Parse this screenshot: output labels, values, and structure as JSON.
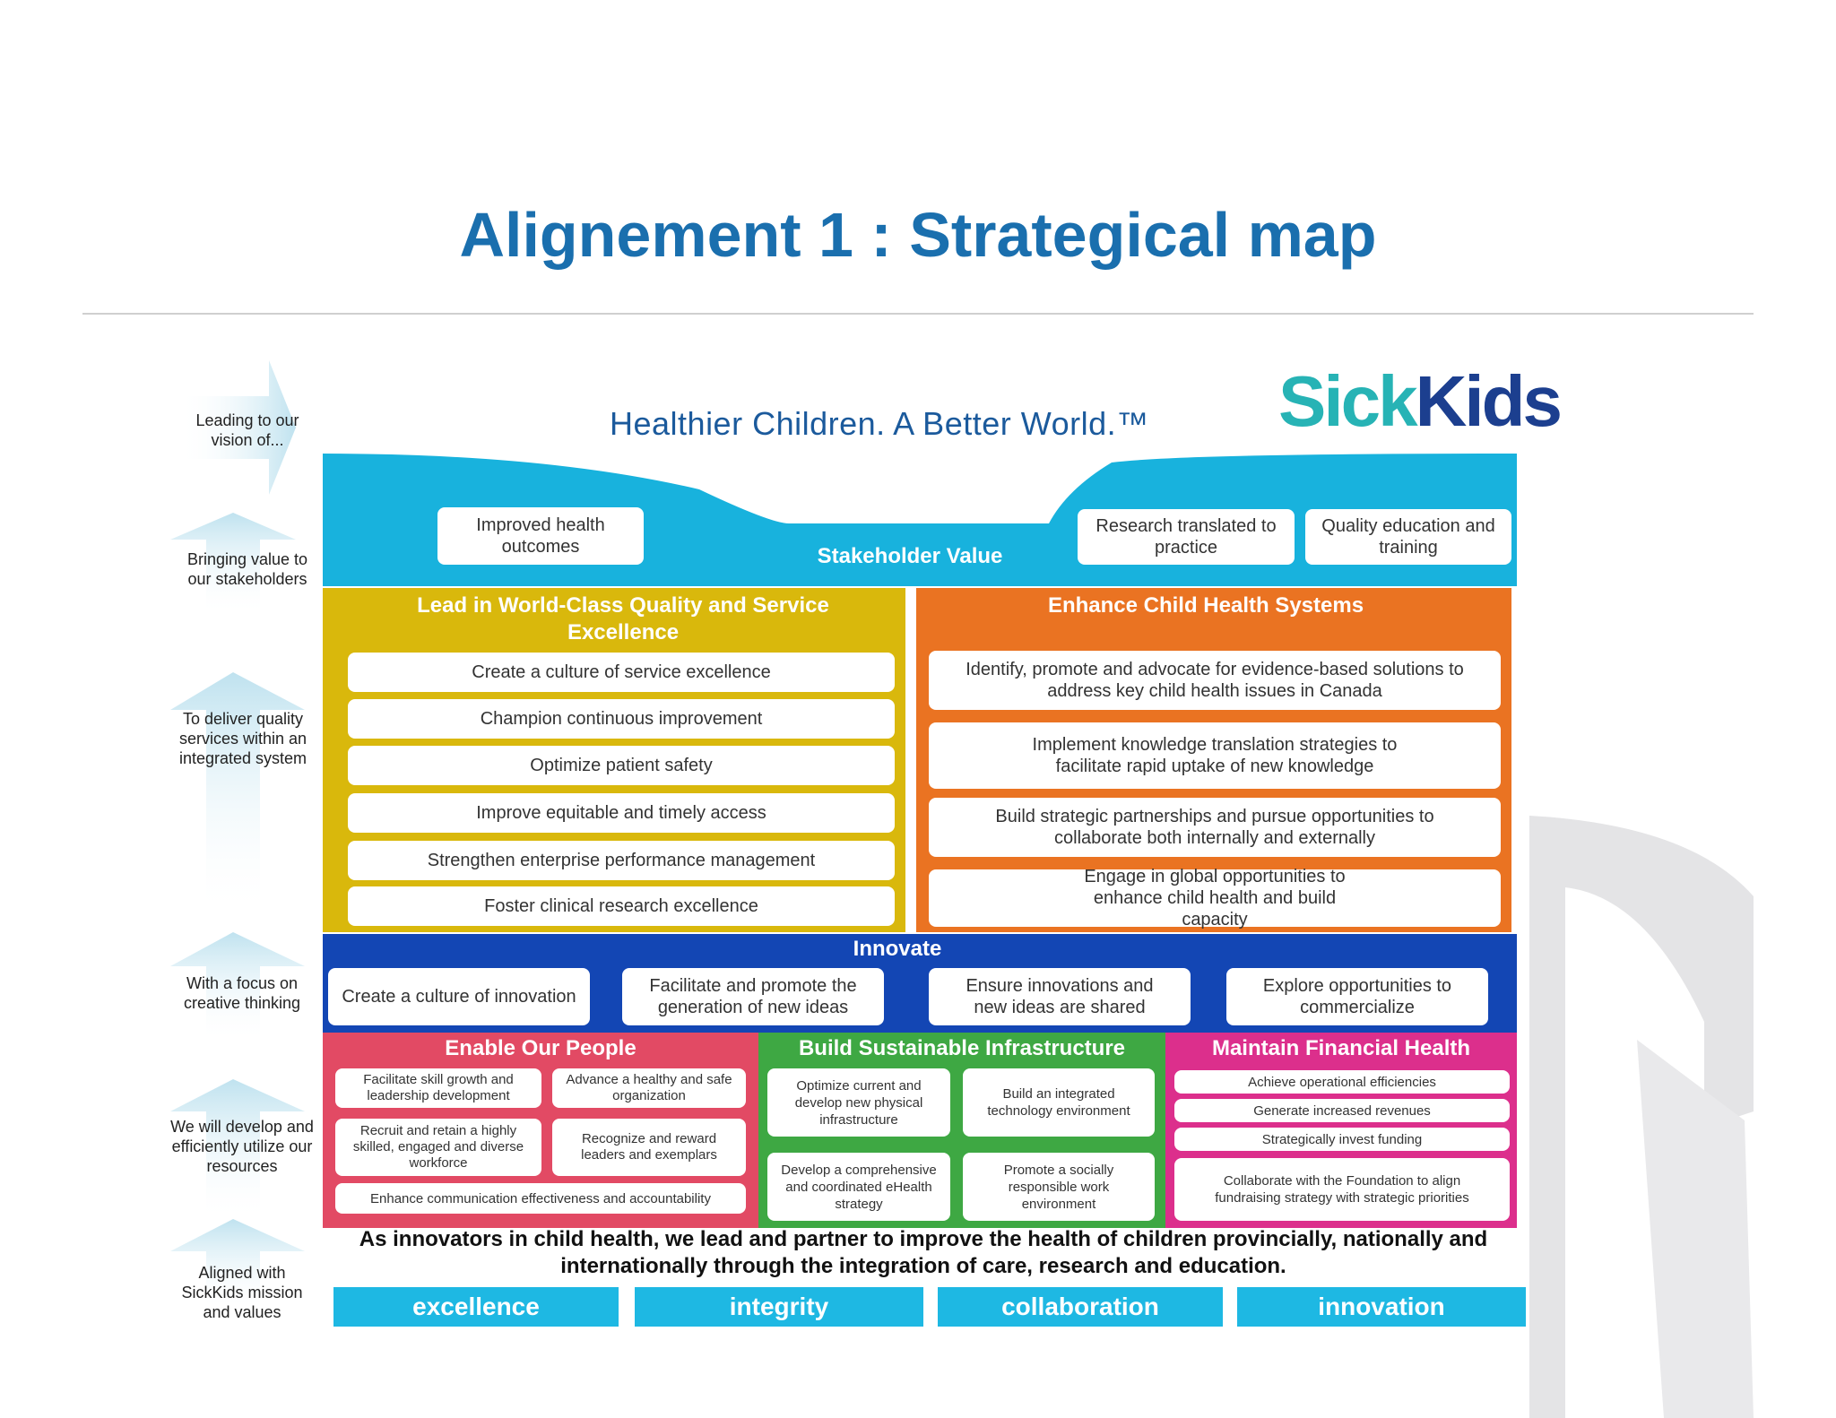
{
  "slide_title": "Alignement  1 : Strategical map",
  "tagline": "Healthier Children. A Better World.™",
  "logo_text": {
    "sick": "Sick",
    "kids": "Kids"
  },
  "side_labels": [
    "Leading to our vision of...",
    "Bringing value to our stakeholders",
    "To deliver quality services within an integrated system",
    "With a focus on creative thinking",
    "We will develop and efficiently utilize our resources",
    "Aligned with SickKids mission and values"
  ],
  "stakeholder": {
    "label": "Stakeholder Value",
    "boxes": [
      "Improved health outcomes",
      "Research translated to practice",
      "Quality education and training"
    ]
  },
  "quality_panel": {
    "title": "Lead in World-Class Quality and Service Excellence",
    "items": [
      "Create a culture of service excellence",
      "Champion continuous improvement",
      "Optimize patient safety",
      "Improve equitable and timely access",
      "Strengthen enterprise performance management",
      "Foster clinical research excellence"
    ]
  },
  "health_panel": {
    "title": "Enhance Child Health Systems",
    "items": [
      "Identify, promote and advocate for evidence-based solutions to address key child health issues in Canada",
      "Implement knowledge translation strategies to facilitate rapid uptake of new knowledge",
      "Build strategic partnerships and pursue opportunities to collaborate both internally and externally",
      "Engage in global opportunities to enhance child health and build capacity"
    ]
  },
  "innovate_panel": {
    "title": "Innovate",
    "items": [
      "Create a culture of innovation",
      "Facilitate and promote the generation of new ideas",
      "Ensure innovations and new ideas are shared",
      "Explore opportunities to commercialize"
    ]
  },
  "people_panel": {
    "title": "Enable Our People",
    "items": [
      "Facilitate skill growth and leadership development",
      "Advance a healthy and safe organization",
      "Recruit and retain a highly skilled, engaged and diverse workforce",
      "Recognize and reward leaders and exemplars",
      "Enhance communication effectiveness and accountability"
    ]
  },
  "infra_panel": {
    "title": "Build Sustainable Infrastructure",
    "items": [
      "Optimize current and develop new physical infrastructure",
      "Build an integrated technology environment",
      "Develop a comprehensive and coordinated eHealth strategy",
      "Promote a socially responsible work environment"
    ]
  },
  "finance_panel": {
    "title": "Maintain Financial Health",
    "items": [
      "Achieve operational efficiencies",
      "Generate increased revenues",
      "Strategically invest funding",
      "Collaborate with the Foundation to align fundraising strategy with strategic priorities"
    ]
  },
  "mission": "As innovators in child health, we lead and partner to improve the health of children provincially, nationally and internationally through the integration of care, research and education.",
  "values": [
    "excellence",
    "integrity",
    "collaboration",
    "innovation"
  ],
  "colors": {
    "title_blue": "#1a6fae",
    "stakeholder_blue": "#18b2dd",
    "quality_yellow": "#d9b80c",
    "health_orange": "#ea7322",
    "innovate_blue": "#1346b4",
    "people_red": "#e24a64",
    "infra_green": "#3ea843",
    "finance_magenta": "#dc2f8c",
    "values_cyan": "#1eb8e3",
    "logo_teal": "#27b3b5",
    "logo_navy": "#1c3f8f"
  }
}
